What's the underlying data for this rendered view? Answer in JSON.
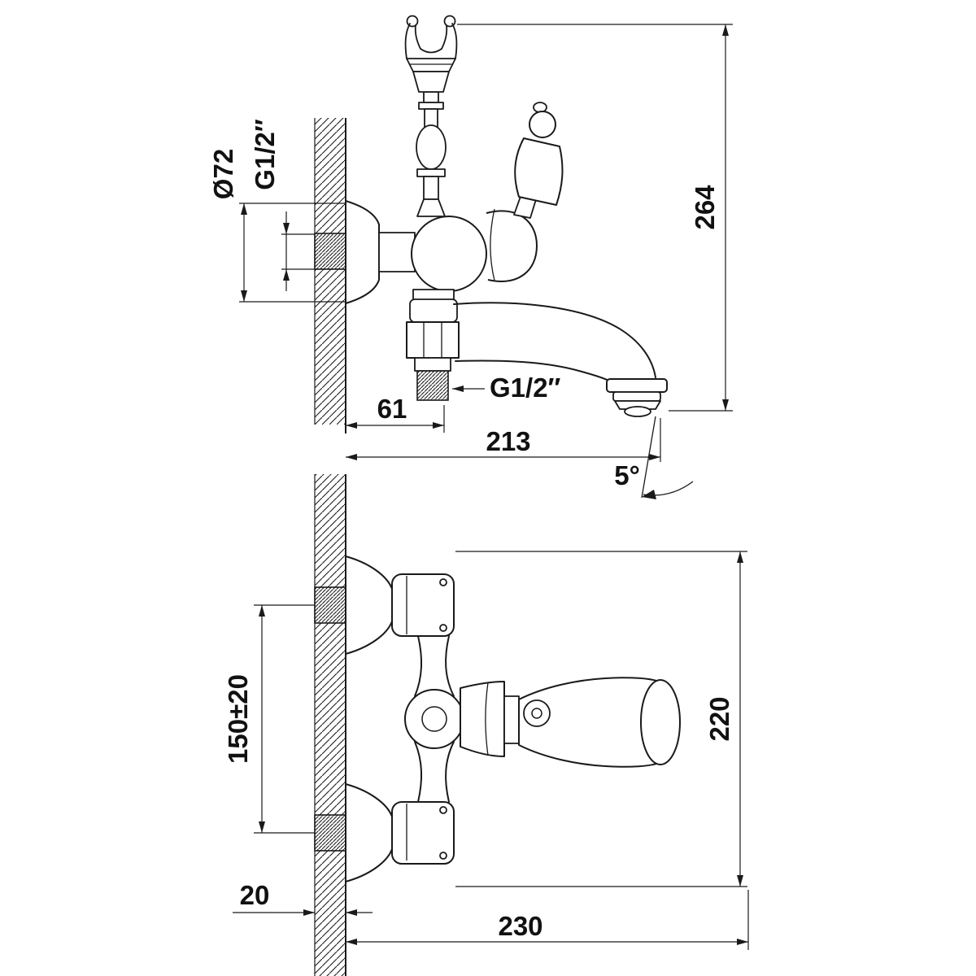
{
  "colors": {
    "line": "#1a1a1a",
    "background": "#ffffff"
  },
  "side_view": {
    "dims": {
      "diameter": {
        "label": "Ø72"
      },
      "thread_top": {
        "label": "G1/2″"
      },
      "height": {
        "label": "264"
      },
      "offset": {
        "label": "61"
      },
      "reach": {
        "label": "213"
      },
      "thread_bottom": {
        "label": "G1/2″"
      },
      "angle": {
        "label": "5°"
      }
    }
  },
  "front_view": {
    "dims": {
      "centers": {
        "label": "150±20"
      },
      "height": {
        "label": "220"
      },
      "wall_thickness": {
        "label": "20"
      },
      "depth": {
        "label": "230"
      }
    }
  }
}
